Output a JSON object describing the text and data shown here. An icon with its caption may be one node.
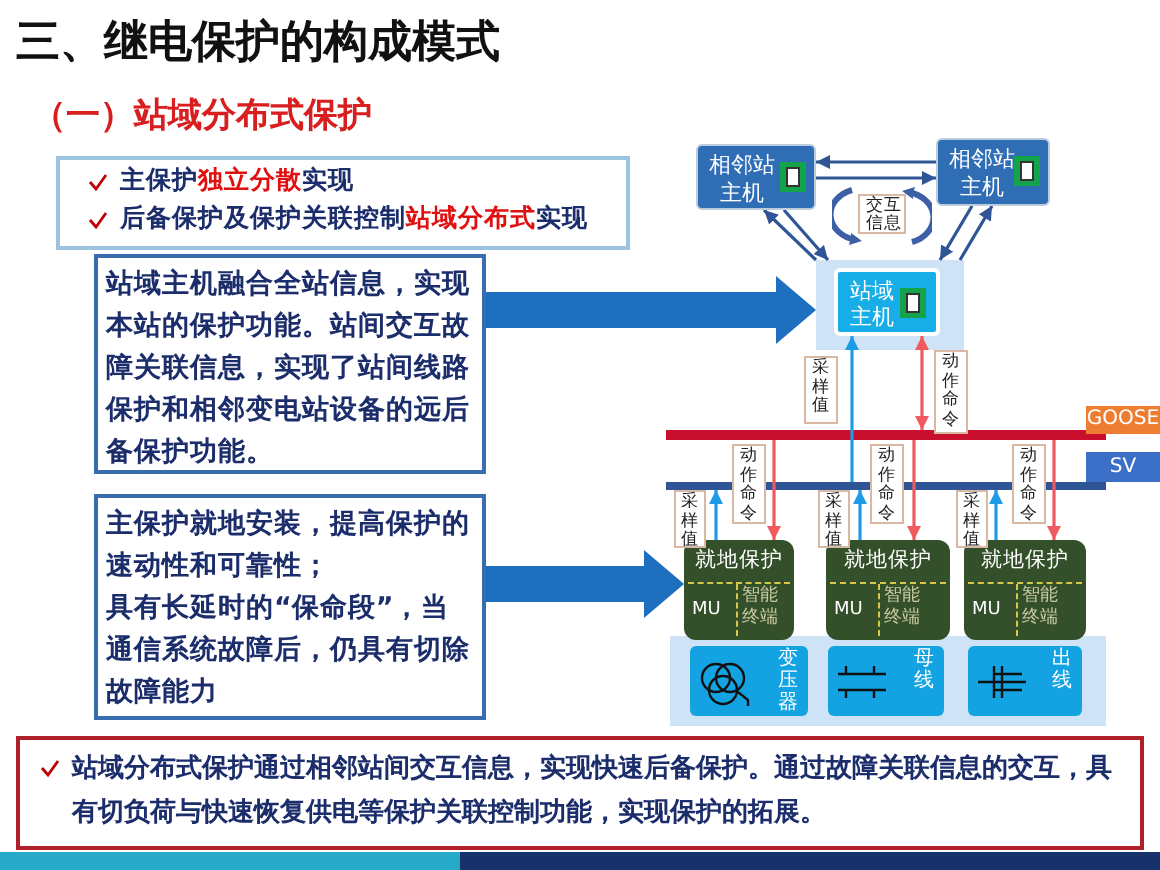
{
  "diagram": {
    "title": "三、继电保护的构成模式",
    "nodes": [
      {
        "text": [
          "主保护**独立分散**实现",
          "后备保护及保护关联控制**站域分布式**实现"
        ]
      },
      {
        "text": [
          "站域主机融合全站信息，实现本站的保护功能。站间交互故障关联信息，实现了站间线路保护和相邻变电站设备的远后备保护功能。"
        ]
      },
      {
        "text": [
          "主保护就地安装，提高保护的速动性和可靠性；",
          "具有长延时的“保命段”，当通信系统故障后，仍具有切除故障能力"
        ]
      },
      {
        "text": [
          "相邻站主机"
        ]
      },
      {
        "text": [
          "相邻站主机"
        ]
      },
      {
        "text": [
          "交互信息"
        ]
      },
      {
        "text": [],
        "shape": "box"
      },
      {
        "text": [
          "站域主机"
        ],
        "in": 6
      },
      {
        "text": [],
        "shape": "bar",
        "beside": [
          "GOOSE"
        ]
      },
      {
        "text": [],
        "shape": "bar",
        "beside": [
          "SV"
        ]
      },
      {
        "text": [
          "就地保护",
          "MU",
          "智能终端"
        ]
      },
      {
        "text": [
          "就地保护",
          "MU",
          "智能终端"
        ]
      },
      {
        "text": [
          "就地保护",
          "MU",
          "智能终端"
        ]
      },
      {
        "text": [],
        "shape": "box"
      },
      {
        "text": [
          "变压器"
        ],
        "in": 13
      },
      {
        "text": [
          "母线"
        ],
        "in": 13
      },
      {
        "text": [
          "出线"
        ],
        "in": 13
      },
      {
        "text": [
          "站域分布式保护通过相邻站间交互信息，实现快速后备保护。通过故障关联信息的交互，具有切负荷与快速恢复供电等保护关联控制功能，实现保护的拓展。"
        ]
      }
    ],
    "edges": [
      {
        "from": 1,
        "to": 6,
        "arrow": "to",
        "style": "thick",
        "color": "#1f6fc0"
      },
      {
        "from": 2,
        "to": 10,
        "arrow": "to",
        "style": "thick",
        "color": "#1f6fc0"
      },
      {
        "from": 4,
        "to": 3,
        "arrow": "to"
      },
      {
        "from": 3,
        "to": 4,
        "arrow": "to"
      },
      {
        "from": 3,
        "to": 6,
        "arrow": "to"
      },
      {
        "from": 6,
        "to": 3,
        "arrow": "to"
      },
      {
        "from": 4,
        "to": 6,
        "arrow": "to"
      },
      {
        "from": 6,
        "to": 4,
        "arrow": "to"
      },
      {
        "from": 9,
        "to": 7,
        "arrow": "to",
        "label": "采样值",
        "color": "#1e9be6"
      },
      {
        "from": 7,
        "to": 8,
        "arrow": "both",
        "label": "动作命令",
        "color": "#ef5a5f"
      },
      {
        "from": 10,
        "to": 9,
        "arrow": "to",
        "label": "采样值",
        "color": "#1e9be6"
      },
      {
        "from": 8,
        "to": 10,
        "arrow": "to",
        "label": "动作命令",
        "color": "#ef5a5f"
      },
      {
        "from": 11,
        "to": 9,
        "arrow": "to",
        "label": "采样值",
        "color": "#1e9be6"
      },
      {
        "from": 8,
        "to": 11,
        "arrow": "to",
        "label": "动作命令",
        "color": "#ef5a5f"
      },
      {
        "from": 12,
        "to": 9,
        "arrow": "to",
        "label": "采样值",
        "color": "#1e9be6"
      },
      {
        "from": 8,
        "to": 12,
        "arrow": "to",
        "label": "动作命令",
        "color": "#ef5a5f"
      }
    ],
    "labels": [
      "（一）站域分布式保护"
    ]
  }
}
